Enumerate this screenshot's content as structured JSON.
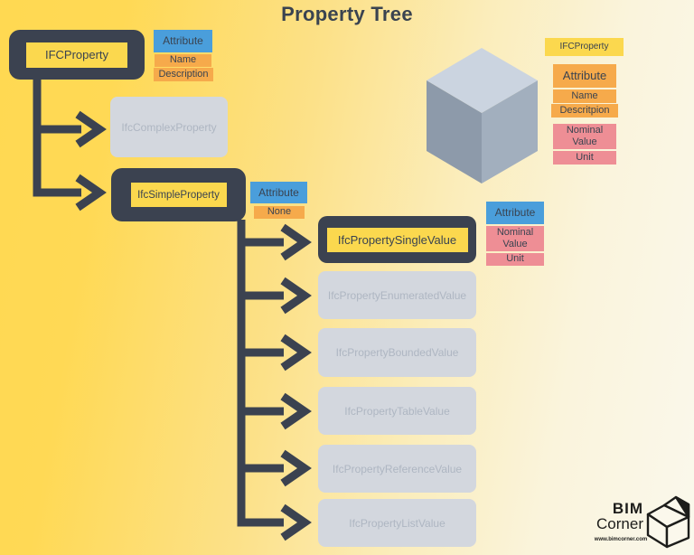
{
  "title": "Property Tree",
  "colors": {
    "accent_yellow": "#FBD84E",
    "dark_slate": "#3B4250",
    "attribute_blue": "#4A9EDB",
    "attribute_orange": "#F6AA4B",
    "attribute_pink": "#EE8E95",
    "muted_box_fill": "#D3D7DE",
    "muted_box_text": "#AEB6C2",
    "background_yellow": "#FFD952",
    "background_cream": "#FAF8EC"
  },
  "tree": {
    "root_label": "IFCProperty",
    "complex_label": "IfcComplexProperty",
    "simple_label": "IfcSimpleProperty",
    "single_value_label": "IfcPropertySingleValue",
    "value_types": [
      "IfcPropertyEnumeratedValue",
      "IfcPropertyBoundedValue",
      "IfcPropertyTableValue",
      "IfcPropertyReferenceValue",
      "IfcPropertyListValue"
    ]
  },
  "panels": {
    "root": {
      "header": "Attribute",
      "items": [
        "Name",
        "Description"
      ]
    },
    "simple": {
      "header": "Attribute",
      "items": [
        "None"
      ]
    },
    "single": {
      "header": "Attribute",
      "items": [
        "Nominal Value",
        "Unit"
      ]
    }
  },
  "cube_legend": {
    "title": "IFCProperty",
    "attribute": "Attribute",
    "name": "Name",
    "description": "Descritpion",
    "nominal_value": "Nominal Value",
    "unit": "Unit"
  },
  "logo": {
    "line1": "BIM",
    "line2": "Corner",
    "url": "www.bimcorner.com"
  }
}
